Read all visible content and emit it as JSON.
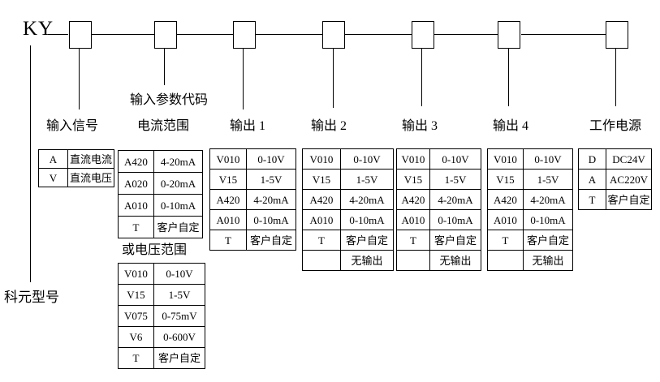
{
  "brand": {
    "prefix": "KY",
    "model_note": "科元型号"
  },
  "heading": {
    "input_param_code": "输入参数代码"
  },
  "columns": [
    {
      "label": "输入信号"
    },
    {
      "label": "电流范围",
      "alt_label": "或电压范围"
    },
    {
      "label": "输出 1"
    },
    {
      "label": "输出 2"
    },
    {
      "label": "输出 3"
    },
    {
      "label": "输出 4"
    },
    {
      "label": "工作电源"
    }
  ],
  "tables": {
    "input_signal": [
      [
        "A",
        "直流电流"
      ],
      [
        "V",
        "直流电压"
      ]
    ],
    "current_range": [
      [
        "A420",
        "4-20mA"
      ],
      [
        "A020",
        "0-20mA"
      ],
      [
        "A010",
        "0-10mA"
      ],
      [
        "T",
        "客户自定"
      ]
    ],
    "voltage_range": [
      [
        "V010",
        "0-10V"
      ],
      [
        "V15",
        "1-5V"
      ],
      [
        "V075",
        "0-75mV"
      ],
      [
        "V6",
        "0-600V"
      ],
      [
        "T",
        "客户自定"
      ]
    ],
    "output1": [
      [
        "V010",
        "0-10V"
      ],
      [
        "V15",
        "1-5V"
      ],
      [
        "A420",
        "4-20mA"
      ],
      [
        "A010",
        "0-10mA"
      ],
      [
        "T",
        "客户自定"
      ]
    ],
    "output2": [
      [
        "V010",
        "0-10V"
      ],
      [
        "V15",
        "1-5V"
      ],
      [
        "A420",
        "4-20mA"
      ],
      [
        "A010",
        "0-10mA"
      ],
      [
        "T",
        "客户自定"
      ],
      [
        "",
        "无输出"
      ]
    ],
    "output3": [
      [
        "V010",
        "0-10V"
      ],
      [
        "V15",
        "1-5V"
      ],
      [
        "A420",
        "4-20mA"
      ],
      [
        "A010",
        "0-10mA"
      ],
      [
        "T",
        "客户自定"
      ],
      [
        "",
        "无输出"
      ]
    ],
    "output4": [
      [
        "V010",
        "0-10V"
      ],
      [
        "V15",
        "1-5V"
      ],
      [
        "A420",
        "4-20mA"
      ],
      [
        "A010",
        "0-10mA"
      ],
      [
        "T",
        "客户自定"
      ],
      [
        "",
        "无输出"
      ]
    ],
    "power": [
      [
        "D",
        "DC24V"
      ],
      [
        "A",
        "AC220V"
      ],
      [
        "T",
        "客户自定"
      ]
    ]
  }
}
